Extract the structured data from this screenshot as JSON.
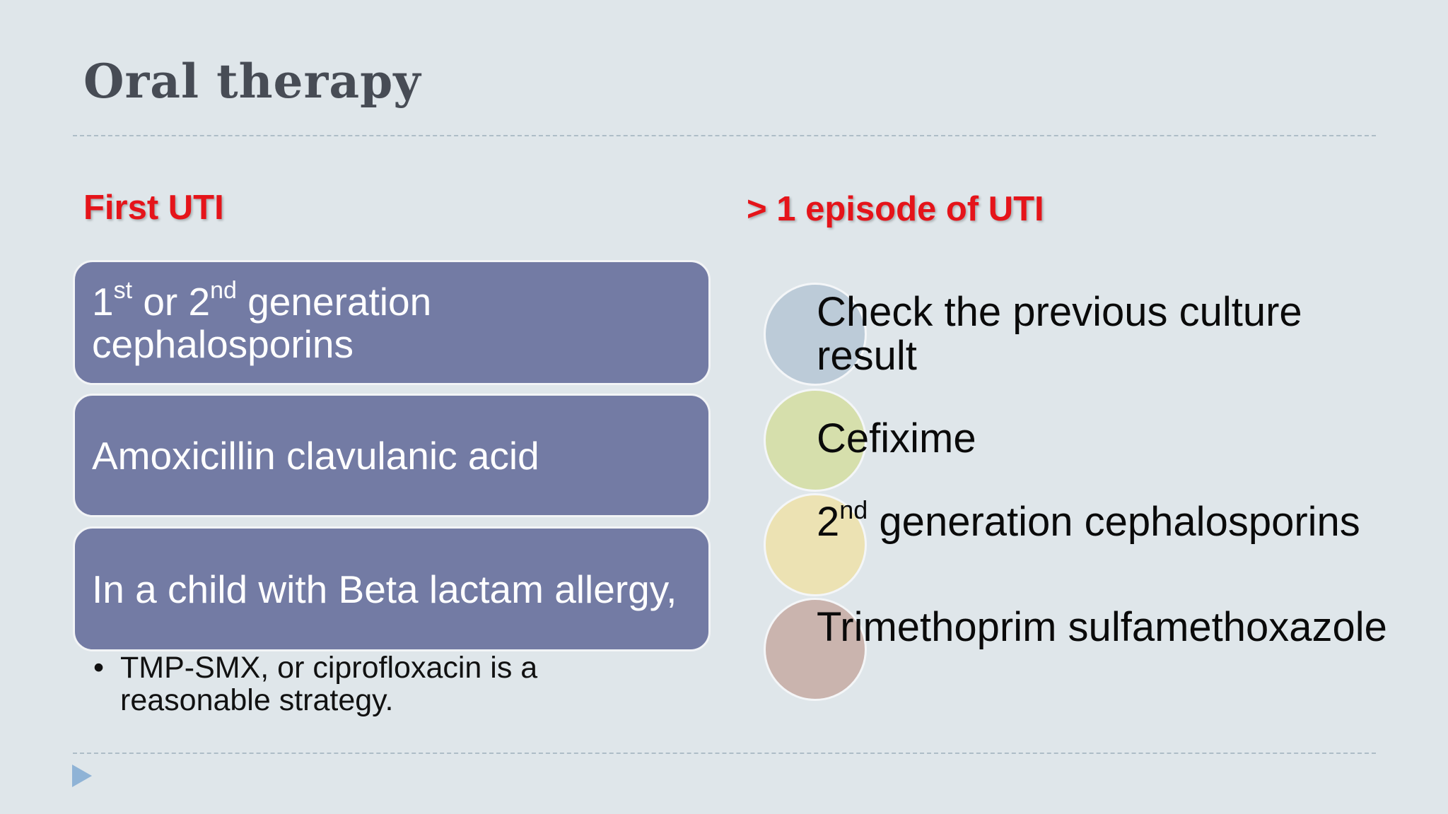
{
  "slide": {
    "title": "Oral therapy",
    "left": {
      "heading": "First UTI",
      "box1": {
        "n1": "1",
        "s1": "st",
        "mid": " or 2",
        "s2": "nd",
        "rest": " generation cephalosporins"
      },
      "box2": {
        "text": "Amoxicillin clavulanic acid"
      },
      "box3": {
        "text": "In a child with Beta lactam allergy,"
      },
      "bullet": {
        "marker": "•",
        "text": "TMP-SMX, or ciprofloxacin is a reasonable strategy."
      }
    },
    "right": {
      "heading": "> 1 episode of UTI",
      "item1": "Check the previous culture result",
      "item2": "Cefixime",
      "item3": {
        "n": "2",
        "sup": "nd",
        "rest": " generation cephalosporins"
      },
      "item4": "Trimethoprim sulfamethoxazole"
    }
  },
  "colors": {
    "background": "#dfe6ea",
    "heading_red": "#e5141a",
    "box_fill": "#737ba4",
    "circle_1": "#bccbd8",
    "circle_2": "#d6dfac",
    "circle_3": "#ece2b3",
    "circle_4": "#cab4ae",
    "nav_arrow": "#8fb3d6"
  },
  "icons": {
    "nav": "play-triangle-icon"
  }
}
